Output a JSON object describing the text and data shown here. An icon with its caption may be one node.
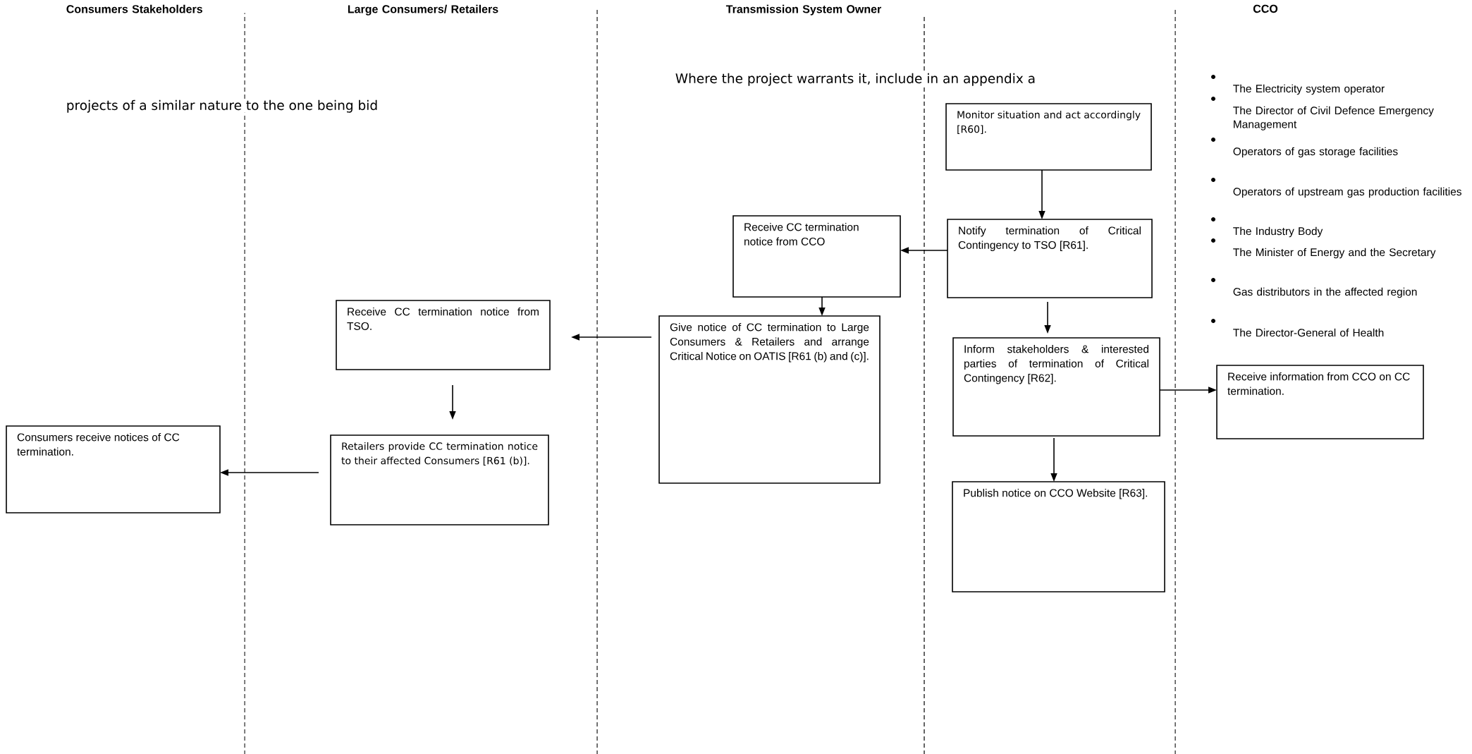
{
  "diagram": {
    "nodes": [
      {
        "text": [
          "Monitor situation and act accordingly [R60]."
        ]
      },
      {
        "text": [
          "Receive CC termination notice from CCO"
        ]
      },
      {
        "text": [
          "Notify termination of Critical Contingency to TSO [R61]."
        ]
      },
      {
        "text": [
          "Receive CC termination notice from TSO."
        ]
      },
      {
        "text": [
          "Give notice of CC termination to Large Consumers & Retailers and arrange Critical Notice on OATIS [R61 (b) and (c)]."
        ]
      },
      {
        "text": [
          "Inform stakeholders & interested parties of termination of Critical Contingency [R62]."
        ]
      },
      {
        "text": [
          "Receive information from CCO on CC termination."
        ]
      },
      {
        "text": [
          "Consumers receive notices of CC termination."
        ]
      },
      {
        "text": [
          "Retailers provide CC termination notice to their affected Consumers [R61 (b)]."
        ]
      },
      {
        "text": [
          "Publish notice on CCO Website [R63]."
        ]
      }
    ],
    "edges": [
      {
        "from": 0,
        "to": 2,
        "arrow": "to"
      },
      {
        "from": 2,
        "to": 1,
        "arrow": "to"
      },
      {
        "from": 1,
        "to": 4,
        "arrow": "to"
      },
      {
        "from": 2,
        "to": 5,
        "arrow": "to"
      },
      {
        "from": 4,
        "to": 3,
        "arrow": "to"
      },
      {
        "from": 3,
        "to": 8,
        "arrow": "to"
      },
      {
        "from": 5,
        "to": 6,
        "arrow": "to"
      },
      {
        "from": 8,
        "to": 7,
        "arrow": "to"
      },
      {
        "from": 5,
        "to": 9,
        "arrow": "to"
      }
    ],
    "labels": [
      "Consumers Stakeholders",
      "Large Consumers/ Retailers",
      "Transmission System Owner",
      "CCO",
      "Where the project warrants it, include in an appendix a",
      "projects of a similar nature to the one being bid",
      "The Electricity system operator",
      "The Director of Civil Defence Emergency Management",
      "Operators of gas storage facilities",
      "Operators of upstream gas production facilities",
      "The Industry Body",
      "The Minister of Energy and the Secretary",
      "Gas distributors in the affected region",
      "The Director-General of Health"
    ]
  }
}
